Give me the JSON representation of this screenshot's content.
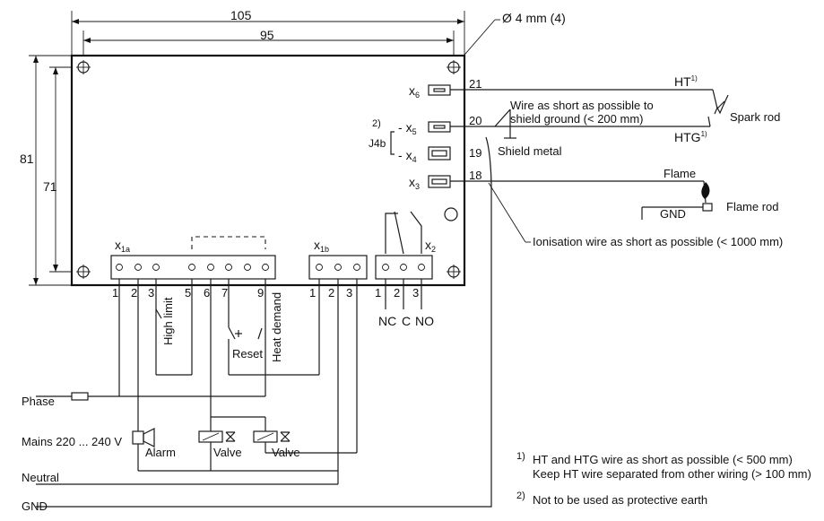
{
  "dimensions": {
    "width_outer": "105",
    "width_inner": "95",
    "height_outer": "81",
    "height_inner": "71",
    "hole": "Ø 4 mm (4)"
  },
  "connectors": {
    "x6": {
      "letter": "x",
      "sub": "6"
    },
    "x5": {
      "letter": "x",
      "sub": "5"
    },
    "x4": {
      "letter": "x",
      "sub": "4"
    },
    "x3": {
      "letter": "x",
      "sub": "3"
    },
    "x1a": {
      "letter": "x",
      "sub": "1a"
    },
    "x1b": {
      "letter": "x",
      "sub": "1b"
    },
    "x2": {
      "letter": "x",
      "sub": "2"
    },
    "j4b": "J4b",
    "note_ref": "2)",
    "dash_x5": "-",
    "dash_x4": "-"
  },
  "terminals": {
    "t21": "21",
    "t20": "20",
    "t19": "19",
    "t18": "18"
  },
  "pins": {
    "x1a": [
      "1",
      "2",
      "3",
      "5",
      "6",
      "7",
      "9"
    ],
    "x1b": [
      "1",
      "2",
      "3"
    ],
    "x2": [
      "1",
      "2",
      "3"
    ],
    "x2_names": [
      "NC",
      "C",
      "NO"
    ]
  },
  "labels": {
    "ht": "HT",
    "ht_sup": "1)",
    "htg": "HTG",
    "htg_sup": "1)",
    "spark_rod": "Spark rod",
    "wire_short_1": "Wire as short as possible to",
    "wire_short_2": "shield ground (< 200 mm)",
    "shield_metal": "Shield metal",
    "flame": "Flame",
    "flame_rod": "Flame rod",
    "gnd_rod": "GND",
    "ionisation": "Ionisation wire as short as possible (< 1000 mm)",
    "high_limit": "High limit",
    "reset": "Reset",
    "heat_demand": "Heat demand",
    "phase": "Phase",
    "mains": "Mains 220 ... 240 V",
    "alarm": "Alarm",
    "valve1": "Valve",
    "valve2": "Valve",
    "neutral": "Neutral",
    "gnd": "GND"
  },
  "footnotes": {
    "n1_mark": "1)",
    "n1_line1": "HT and HTG wire as short as possible (< 500 mm)",
    "n1_line2": "Keep HT wire separated from other wiring (> 100 mm)",
    "n2_mark": "2)",
    "n2_line1": "Not to be used as protective earth"
  }
}
